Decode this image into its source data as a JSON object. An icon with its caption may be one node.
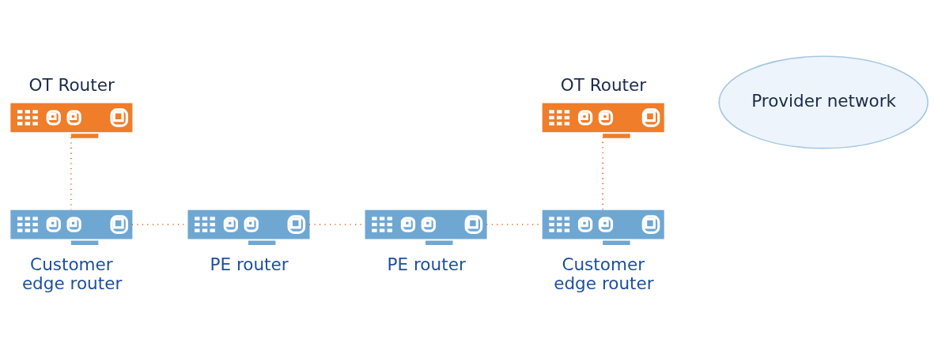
{
  "diagram": {
    "nodes": [
      {
        "text": [
          "OT Router"
        ]
      },
      {
        "text": [
          "OT Router"
        ]
      },
      {
        "text": [
          "Provider network"
        ]
      },
      {
        "text": [
          "Customer edge router"
        ]
      },
      {
        "text": [
          "PE router"
        ]
      },
      {
        "text": [
          "PE router"
        ]
      },
      {
        "text": [
          "Customer edge router"
        ]
      }
    ],
    "edges": [
      {
        "from": 0,
        "to": 3,
        "arrow": "none"
      },
      {
        "from": 3,
        "to": 4,
        "arrow": "none"
      },
      {
        "from": 4,
        "to": 5,
        "arrow": "none"
      },
      {
        "from": 5,
        "to": 6,
        "arrow": "none"
      },
      {
        "from": 6,
        "to": 1,
        "arrow": "none"
      }
    ]
  }
}
